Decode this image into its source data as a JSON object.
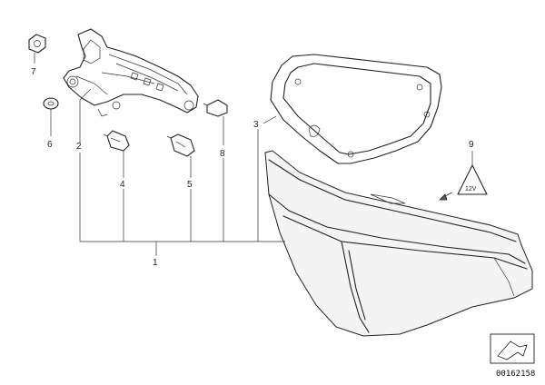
{
  "labels": {
    "l1": "1",
    "l2": "2",
    "l3": "3",
    "l4": "4",
    "l5": "5",
    "l6": "6",
    "l7": "7",
    "l8": "8",
    "l9": "9"
  },
  "warning_symbol_text": "12V",
  "diagram_code": "00162158"
}
